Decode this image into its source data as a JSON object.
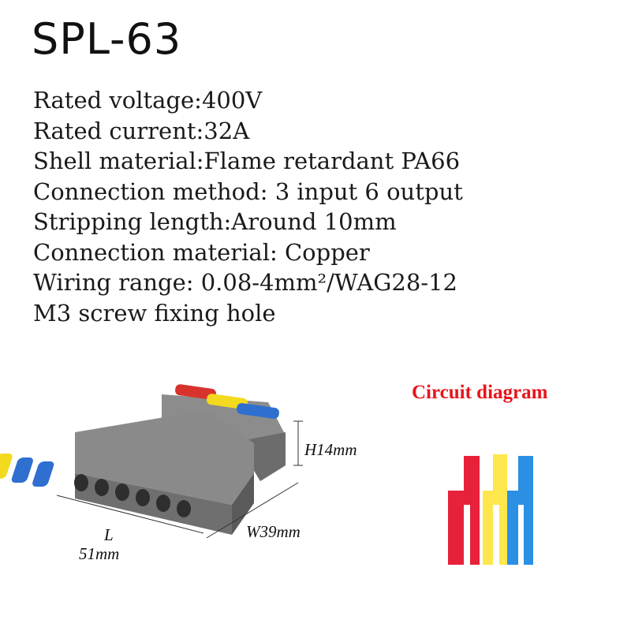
{
  "title": "SPL-63",
  "specs": [
    "Rated voltage:400V",
    "Rated current:32A",
    "Shell material:Flame retardant PA66",
    "Connection method: 3 input 6 output",
    "Stripping length:Around 10mm",
    "Connection material: Copper",
    "Wiring range: 0.08-4mm²/WAG28-12",
    "M3 screw fixing hole"
  ],
  "circuit_diagram": {
    "title": "Circuit diagram",
    "colors": [
      "#e8213a",
      "#fde74c",
      "#2b8fe3"
    ]
  },
  "product_image": {
    "lever_colors": [
      "#d8322c",
      "#f3da1f",
      "#2f6fd0"
    ],
    "body_color": "#7a7a7a",
    "output_holes": 6,
    "input_levers": 3
  },
  "dimensions": {
    "height": "H14mm",
    "width": "W39mm",
    "length_letter": "L",
    "length_value": "51mm"
  }
}
